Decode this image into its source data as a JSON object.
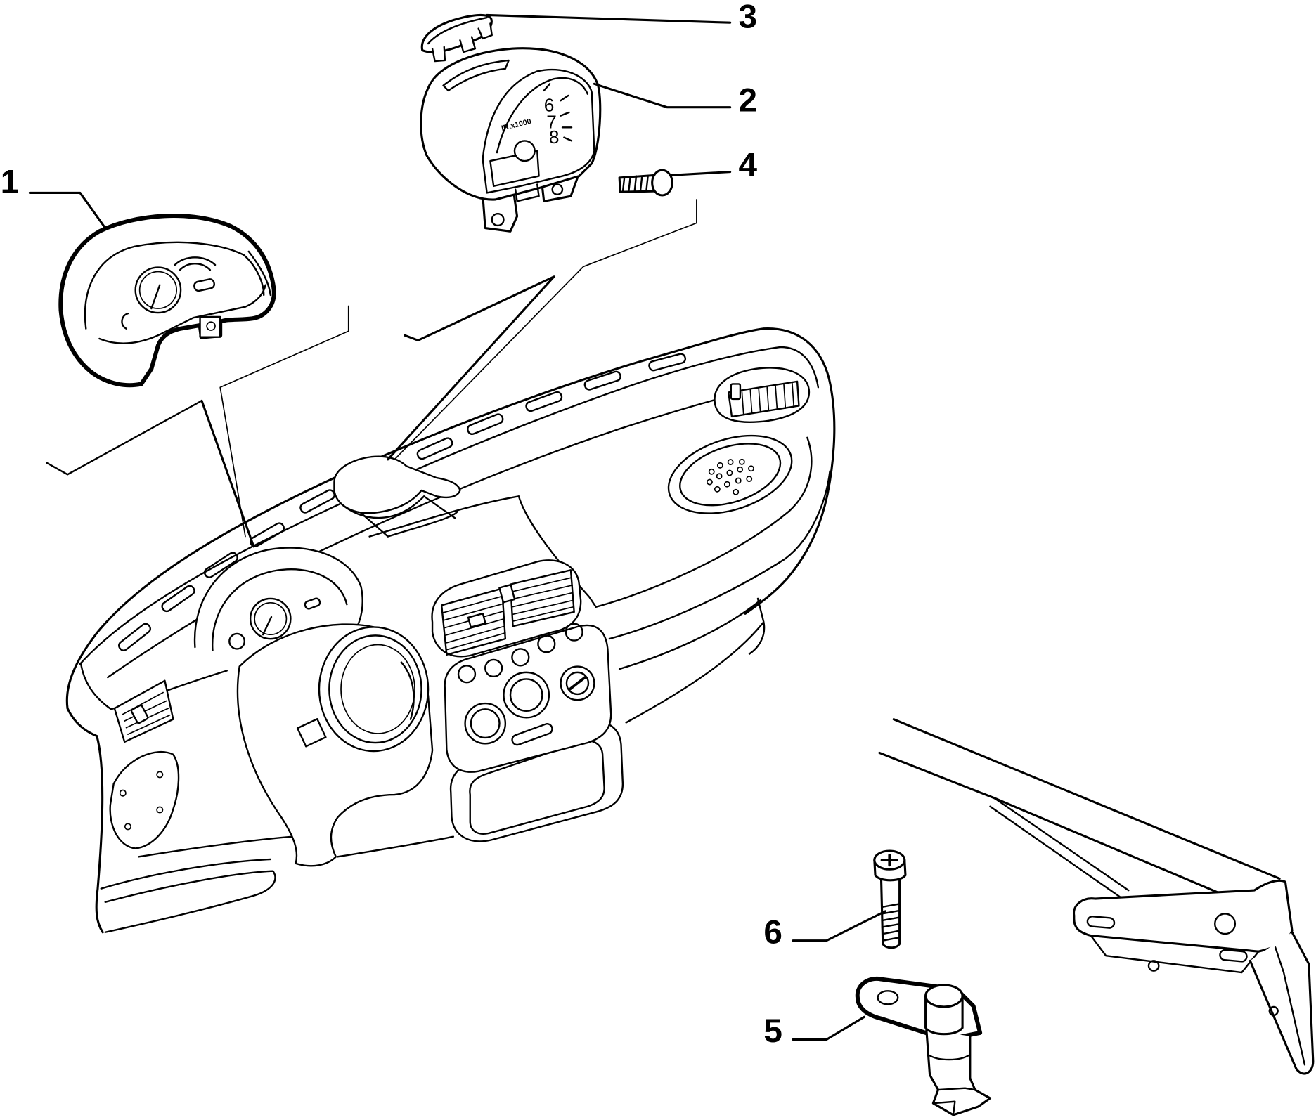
{
  "callouts": {
    "part_1": "1",
    "part_2": "2",
    "part_3": "3",
    "part_4": "4",
    "part_5": "5",
    "part_6": "6"
  },
  "tachometer": {
    "numeral_6": "6",
    "numeral_7": "7",
    "numeral_8": "8",
    "scale_label": "IR.x1000"
  }
}
